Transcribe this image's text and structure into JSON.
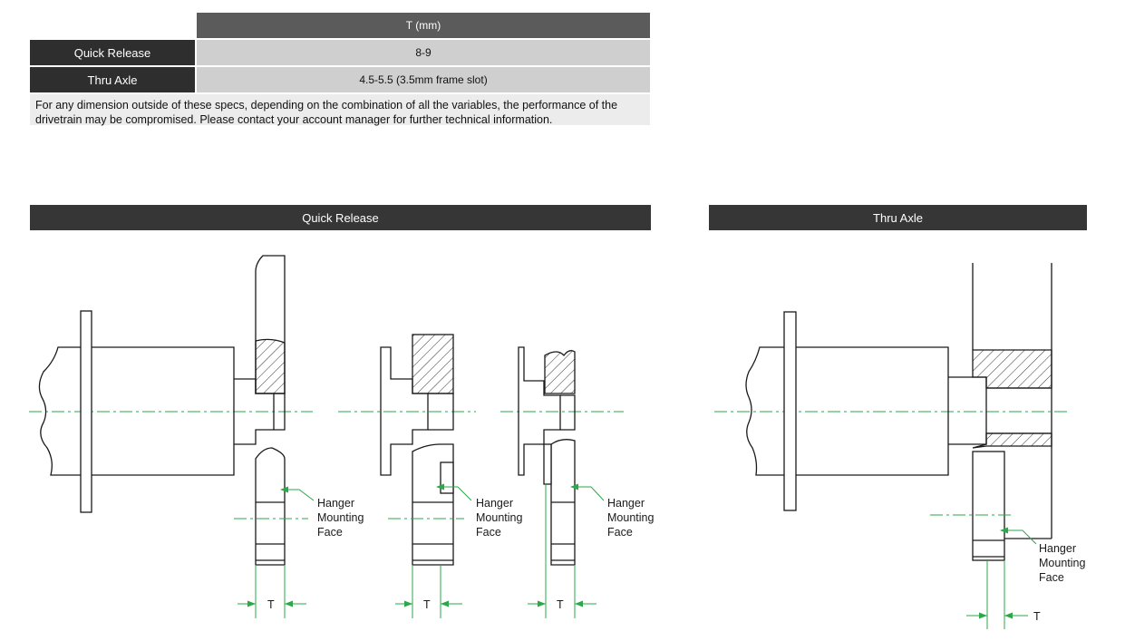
{
  "spec_table": {
    "column_header": "T (mm)",
    "rows": [
      {
        "label": "Quick Release",
        "value": "8-9"
      },
      {
        "label": "Thru Axle",
        "value": "4.5-5.5 (3.5mm frame slot)"
      }
    ],
    "note": "For any dimension outside of these specs, depending on the combination of all the variables, the performance of the drivetrain may be compromised. Please contact your account manager for further technical information."
  },
  "sections": {
    "quick_release": "Quick Release",
    "thru_axle": "Thru Axle"
  },
  "labels": {
    "hanger_line1": "Hanger",
    "hanger_line2": "Mounting",
    "hanger_line3": "Face",
    "dimension": "T"
  },
  "colors": {
    "header_dark": "#2e2e2e",
    "header_mid": "#5b5b5b",
    "cell_bg": "#cfcfcf",
    "note_bg": "#ececec",
    "accent_green": "#2aa84a"
  }
}
